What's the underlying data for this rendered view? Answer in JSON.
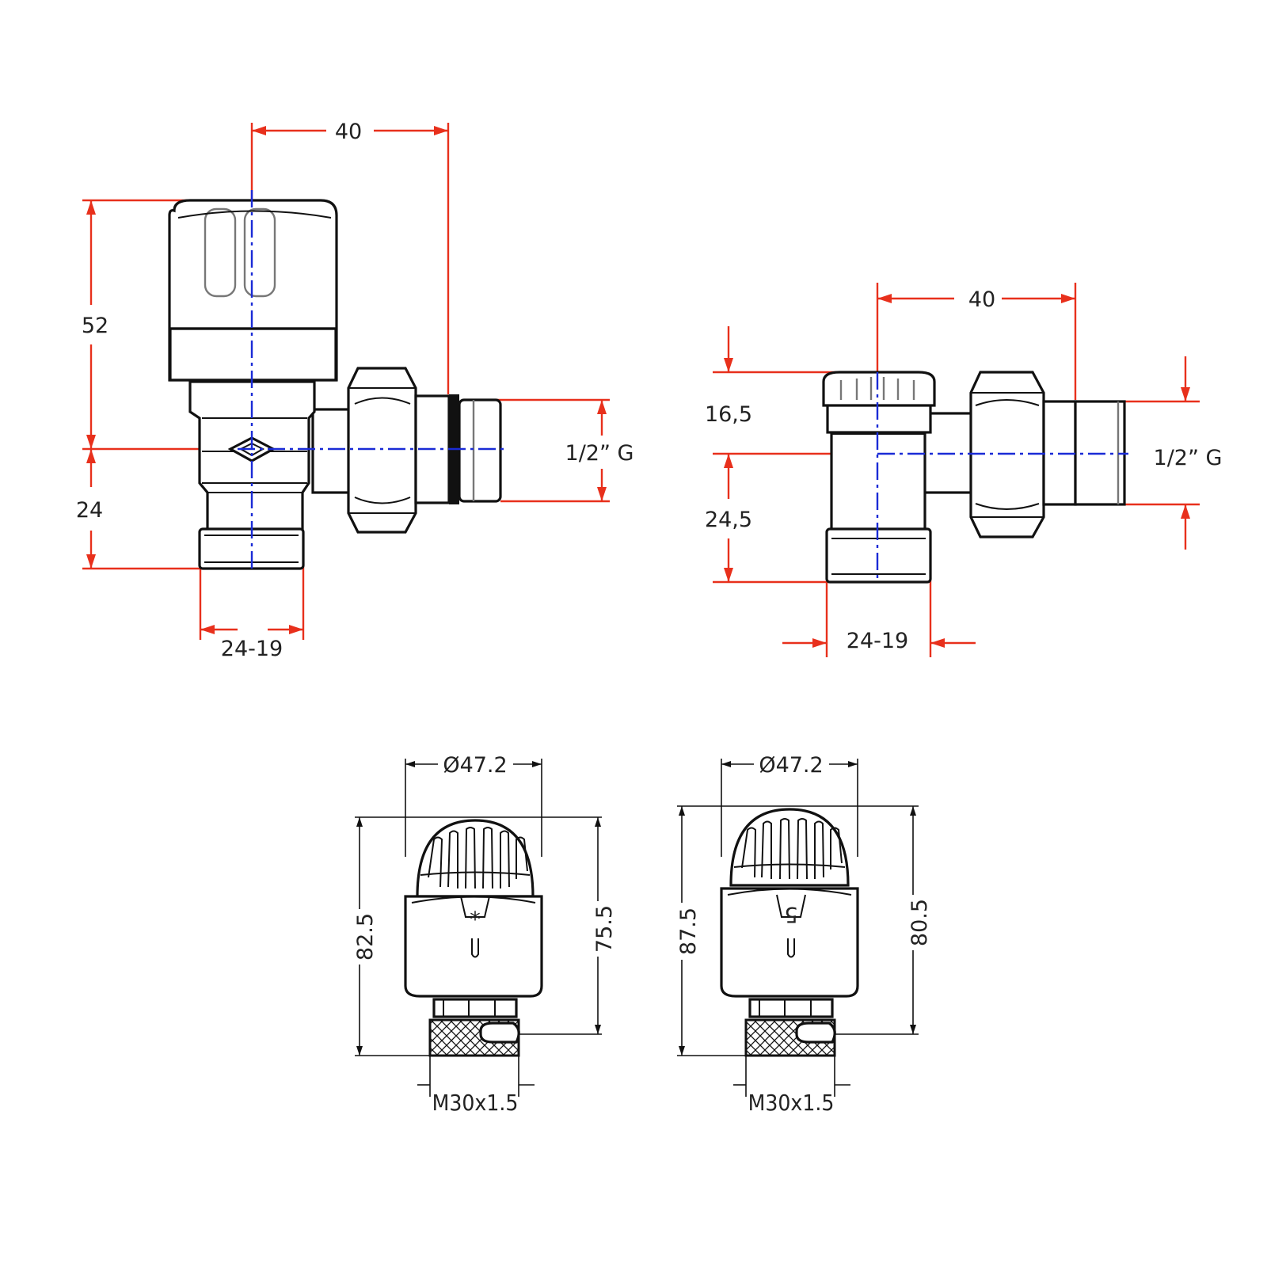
{
  "colors": {
    "dimension_line": "#e8301c",
    "center_line": "#1a2bd6",
    "outline": "#111111",
    "background": "#ffffff"
  },
  "valve_angle": {
    "dims": {
      "width": "40",
      "height_top": "52",
      "height_bottom": "24",
      "pipe_connection": "24-19",
      "thread": "1/2” G"
    }
  },
  "valve_straight": {
    "dims": {
      "width": "40",
      "upper": "16,5",
      "lower": "24,5",
      "pipe_connection": "24-19",
      "thread": "1/2” G"
    }
  },
  "head_a": {
    "dims": {
      "diameter": "Ø47.2",
      "height_total": "82.5",
      "height_body": "75.5",
      "thread": "M30x1.5"
    },
    "symbol": "*"
  },
  "head_b": {
    "dims": {
      "diameter": "Ø47.2",
      "height_total": "87.5",
      "height_body": "80.5",
      "thread": "M30x1.5"
    },
    "symbol": "5"
  }
}
